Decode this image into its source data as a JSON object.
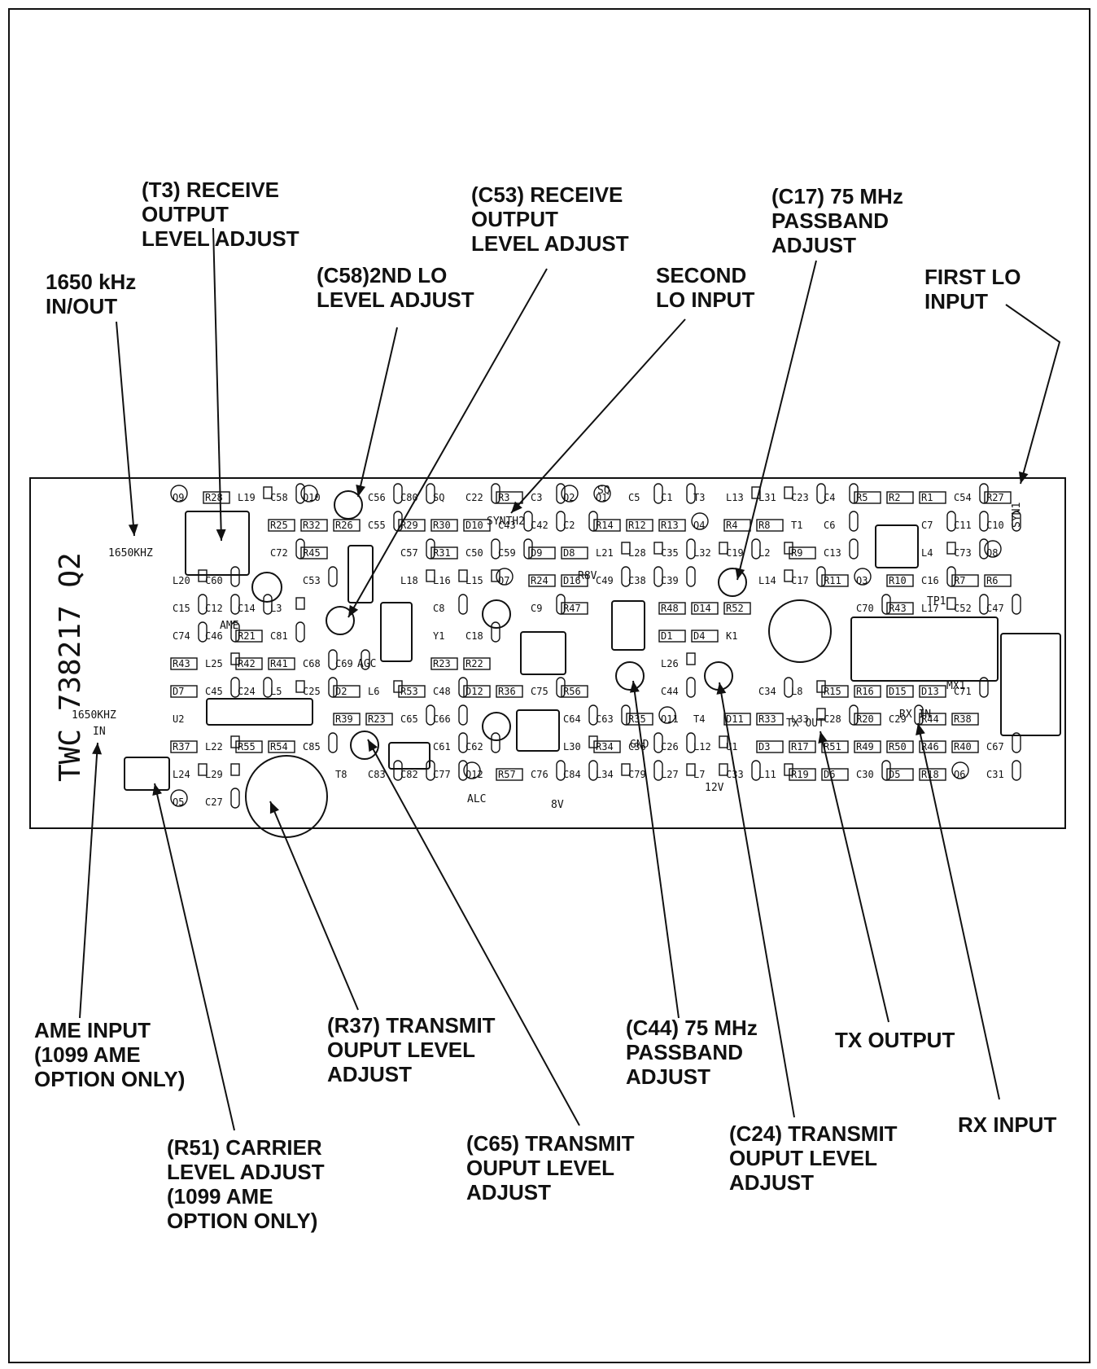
{
  "board": {
    "part_number": "TWC 738217 Q2"
  },
  "callouts": [
    {
      "id": "t3",
      "text": "(T3) RECEIVE\nOUTPUT\nLEVEL ADJUST"
    },
    {
      "id": "c53",
      "text": "(C53) RECEIVE\nOUTPUT\nLEVEL ADJUST"
    },
    {
      "id": "c17",
      "text": "(C17) 75 MHz\nPASSBAND\nADJUST"
    },
    {
      "id": "khz1650",
      "text": "1650 kHz\nIN/OUT"
    },
    {
      "id": "c58",
      "text": "(C58)2ND LO\nLEVEL ADJUST"
    },
    {
      "id": "second-lo",
      "text": "SECOND\nLO INPUT"
    },
    {
      "id": "first-lo",
      "text": "FIRST LO\nINPUT"
    },
    {
      "id": "ame",
      "text": "AME INPUT\n(1099 AME\nOPTION ONLY)"
    },
    {
      "id": "r37",
      "text": "(R37) TRANSMIT\nOUPUT LEVEL\nADJUST"
    },
    {
      "id": "c44",
      "text": "(C44) 75 MHz\nPASSBAND\nADJUST"
    },
    {
      "id": "tx",
      "text": "TX OUTPUT"
    },
    {
      "id": "rx",
      "text": "RX INPUT"
    },
    {
      "id": "r51",
      "text": "(R51) CARRIER\nLEVEL ADJUST\n(1099 AME\nOPTION ONLY)"
    },
    {
      "id": "c65",
      "text": "(C65) TRANSMIT\nOUPUT LEVEL\nADJUST"
    },
    {
      "id": "c24",
      "text": "(C24) TRANSMIT\nOUPUT LEVEL\nADJUST"
    }
  ],
  "board_labels": {
    "l1650khz": "1650KHZ",
    "l1650khz_in_1": "1650KHZ",
    "l1650khz_in_2": "IN",
    "synth2": "SYNTH2",
    "sq": "SQ",
    "r8v": "R8V",
    "agc": "AGC",
    "ame": "AME",
    "alc": "ALC",
    "v8": "8V",
    "gnd": "GND",
    "v12": "12V",
    "tx_out": "TX OUT",
    "rx_in": "RX IN",
    "tp1": "TP1",
    "mx1": "MX1",
    "syn1": "SYN1"
  },
  "components": [
    "Q9",
    "R28",
    "L19",
    "C58",
    "Q10",
    "C56",
    "C80",
    "SQ",
    "C22",
    "R3",
    "C3",
    "Q2",
    "Q1",
    "C5",
    "C1",
    "T3",
    "L13",
    "L31",
    "C23",
    "C4",
    "R5",
    "R2",
    "R1",
    "C54",
    "R27",
    "R25",
    "R32",
    "R26",
    "C55",
    "R29",
    "R30",
    "D10",
    "C43",
    "C42",
    "C2",
    "R14",
    "R12",
    "R13",
    "Q4",
    "R4",
    "R8",
    "T1",
    "C6",
    "C7",
    "C11",
    "C10",
    "C72",
    "R45",
    "C57",
    "R31",
    "C50",
    "C59",
    "D9",
    "D8",
    "L21",
    "L28",
    "C35",
    "L32",
    "C19",
    "L2",
    "R9",
    "C13",
    "L4",
    "C73",
    "Q8",
    "L20",
    "C60",
    "C53",
    "L18",
    "L16",
    "L15",
    "Q7",
    "R24",
    "D16",
    "C49",
    "C38",
    "C39",
    "L14",
    "C17",
    "R11",
    "Q3",
    "R10",
    "C16",
    "R7",
    "R6",
    "C15",
    "C12",
    "C14",
    "L3",
    "C8",
    "C9",
    "R47",
    "R48",
    "D14",
    "R52",
    "C70",
    "R43",
    "L17",
    "C52",
    "C47",
    "C74",
    "C46",
    "R21",
    "C81",
    "Y1",
    "C18",
    "D1",
    "D4",
    "K1",
    "R43",
    "L25",
    "R42",
    "R41",
    "C68",
    "C69",
    "R23",
    "R22",
    "L26",
    "D7",
    "C45",
    "C24",
    "L5",
    "C25",
    "D2",
    "L6",
    "R53",
    "C48",
    "D12",
    "R36",
    "C75",
    "R56",
    "C44",
    "C34",
    "L8",
    "R15",
    "R16",
    "D15",
    "D13",
    "C71",
    "U2",
    "R39",
    "R23",
    "C65",
    "C66",
    "C64",
    "C63",
    "R35",
    "Q11",
    "T4",
    "D11",
    "R33",
    "L33",
    "C28",
    "R20",
    "C29",
    "R44",
    "R38",
    "R37",
    "L22",
    "R55",
    "R54",
    "C85",
    "C61",
    "C62",
    "L30",
    "R34",
    "C36",
    "C26",
    "L12",
    "U1",
    "D3",
    "R17",
    "R51",
    "R49",
    "R50",
    "R46",
    "R40",
    "C67",
    "L24",
    "L29",
    "T8",
    "C83",
    "C82",
    "C77",
    "Q12",
    "R57",
    "C76",
    "C84",
    "L34",
    "C79",
    "L27",
    "L7",
    "C33",
    "L11",
    "R19",
    "D6",
    "C30",
    "D5",
    "R18",
    "Q6",
    "C31",
    "Q5",
    "C27"
  ]
}
